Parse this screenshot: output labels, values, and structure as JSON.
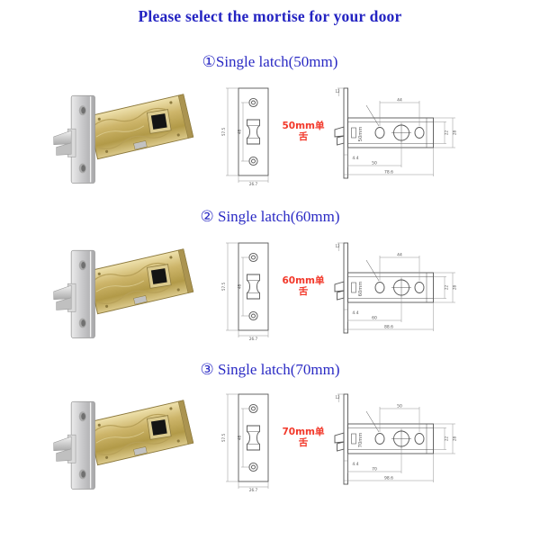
{
  "page": {
    "title": "Please select the mortise for your door",
    "colors": {
      "title_blue": "#2424c2",
      "label_blue": "#2a2ac4",
      "size_red": "#f2382a",
      "drawing_line": "#555555",
      "latch_body_gold": "#cdb56a",
      "faceplate_steel": "#c6c6c8"
    }
  },
  "products": [
    {
      "label": "①Single latch(50mm)",
      "red_label": "50mm单舌",
      "faceplate": {
        "height": "57.5",
        "hole_spacing": "48",
        "width": "26.7"
      },
      "side": {
        "backset_label": "50mm",
        "top_span": "44",
        "plate_top": "12",
        "case_height": "28",
        "inner_height": "22",
        "plate_thickness": "4.4",
        "backset": "50",
        "total_length": "78.6"
      }
    },
    {
      "label": "② Single latch(60mm)",
      "red_label": "60mm单舌",
      "faceplate": {
        "height": "57.5",
        "hole_spacing": "48",
        "width": "26.7"
      },
      "side": {
        "backset_label": "60mm",
        "top_span": "44",
        "plate_top": "12",
        "case_height": "28",
        "inner_height": "22",
        "plate_thickness": "4.4",
        "backset": "60",
        "total_length": "88.6"
      }
    },
    {
      "label": "③ Single latch(70mm)",
      "red_label": "70mm单舌",
      "faceplate": {
        "height": "57.5",
        "hole_spacing": "48",
        "width": "26.7"
      },
      "side": {
        "backset_label": "70mm",
        "top_span": "50",
        "plate_top": "12",
        "case_height": "28",
        "inner_height": "22",
        "plate_thickness": "4.4",
        "backset": "70",
        "total_length": "98.6"
      }
    }
  ]
}
